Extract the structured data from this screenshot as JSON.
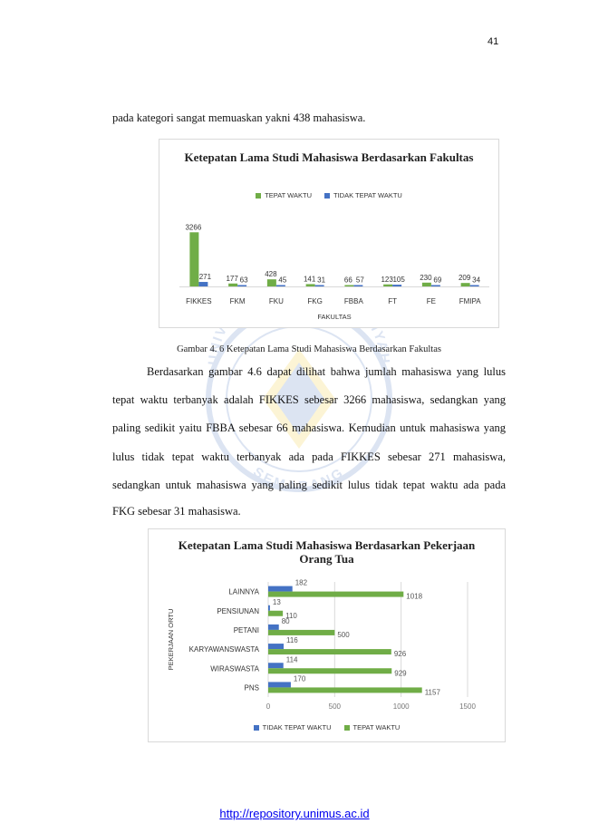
{
  "page_number": "41",
  "intro_line": "pada kategori sangat memuaskan yakni 438 mahasiswa.",
  "chart1_caption": "Gambar 4. 6 Ketepatan Lama Studi Mahasiswa Berdasarkan Fakultas",
  "paragraph_lines": [
    "Berdasarkan gambar 4.6 dapat dilihat bahwa jumlah mahasiswa yang lulus",
    "tepat waktu terbanyak adalah FIKKES sebesar 3266 mahasiswa, sedangkan yang",
    "paling sedikit yaitu FBBA sebesar 66 mahasiswa. Kemudian untuk mahasiswa yang",
    "lulus tidak tepat waktu terbanyak ada pada FIKKES sebesar 271 mahasiswa,",
    "sedangkan untuk mahasiswa yang paling sedikit lulus tidak tepat waktu ada pada",
    "FKG sebesar 31 mahasiswa."
  ],
  "footer_link": "http://repository.unimus.ac.id",
  "watermark_text": [
    "UNIVERSITAS MUHAMMADIYAH",
    "SEMARANG"
  ],
  "colors": {
    "green": "#70ad47",
    "blue": "#4472c4",
    "grid": "#d9d9d9",
    "link": "#0000ee"
  },
  "chart_data": [
    {
      "type": "bar",
      "title": "Ketepatan Lama Studi Mahasiswa Berdasarkan Fakultas",
      "xlabel": "FAKULTAS",
      "ylabel": "",
      "categories": [
        "FIKKES",
        "FKM",
        "FKU",
        "FKG",
        "FBBA",
        "FT",
        "FE",
        "FMIPA"
      ],
      "series": [
        {
          "name": "TEPAT WAKTU",
          "color": "#70ad47",
          "values": [
            3266,
            177,
            428,
            141,
            66,
            123,
            230,
            209
          ]
        },
        {
          "name": "TIDAK TEPAT WAKTU",
          "color": "#4472c4",
          "values": [
            271,
            63,
            45,
            31,
            57,
            105,
            69,
            34
          ]
        }
      ],
      "ylim": [
        0,
        3500
      ],
      "legend": "top",
      "grid": false,
      "value_labels": [
        "3266",
        "271",
        "177",
        "63",
        "428",
        "45",
        "141",
        "31",
        "66",
        "57",
        "123",
        "105",
        "230",
        "69",
        "209",
        "34"
      ]
    },
    {
      "type": "bar",
      "orientation": "horizontal",
      "title": "Ketepatan Lama Studi Mahasiswa Berdasarkan Pekerjaan Orang Tua",
      "xlabel": "",
      "ylabel": "PEKERJAAN ORTU",
      "categories": [
        "LAINNYA",
        "PENSIUNAN",
        "PETANI",
        "KARYAWANSWASTA",
        "WIRASWASTA",
        "PNS"
      ],
      "series": [
        {
          "name": "TIDAK TEPAT WAKTU",
          "color": "#4472c4",
          "values": [
            182,
            13,
            80,
            116,
            114,
            170
          ]
        },
        {
          "name": "TEPAT WAKTU",
          "color": "#70ad47",
          "values": [
            1018,
            110,
            500,
            926,
            929,
            1157
          ]
        }
      ],
      "xlim": [
        0,
        1500
      ],
      "xticks": [
        "0",
        "500",
        "1000",
        "1500"
      ],
      "legend": "bottom",
      "grid": true,
      "value_labels": [
        "182",
        "1018",
        "13",
        "110",
        "80",
        "500",
        "116",
        "926",
        "114",
        "929",
        "170",
        "1157"
      ]
    }
  ]
}
